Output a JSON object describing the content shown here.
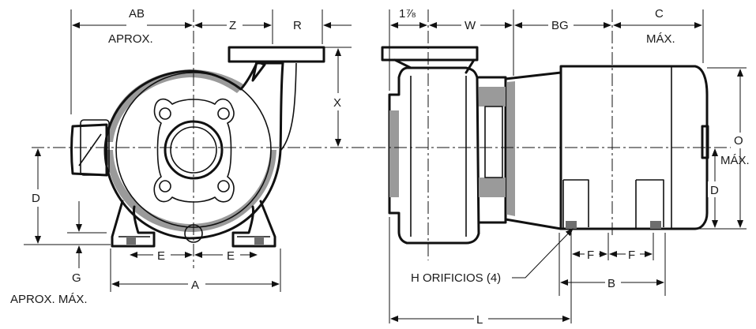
{
  "labels": {
    "ab": "AB",
    "aprox": "APROX.",
    "z": "Z",
    "r": "R",
    "x": "X",
    "d": "D",
    "g": "G",
    "g_note": "APROX. MÁX.",
    "e": "E",
    "a": "A",
    "one_seven_eighths": "1⅞",
    "w": "W",
    "bg": "BG",
    "c": "C",
    "c_note": "MÁX.",
    "o": "O",
    "o_note": "MÁX.",
    "d_right": "D",
    "f": "F",
    "b": "B",
    "h_holes": "H ORIFICIOS (4)",
    "l": "L"
  },
  "colors": {
    "line": "#111111",
    "shade_light": "#9a9a9a",
    "shade_dark": "#6e6e6e"
  }
}
